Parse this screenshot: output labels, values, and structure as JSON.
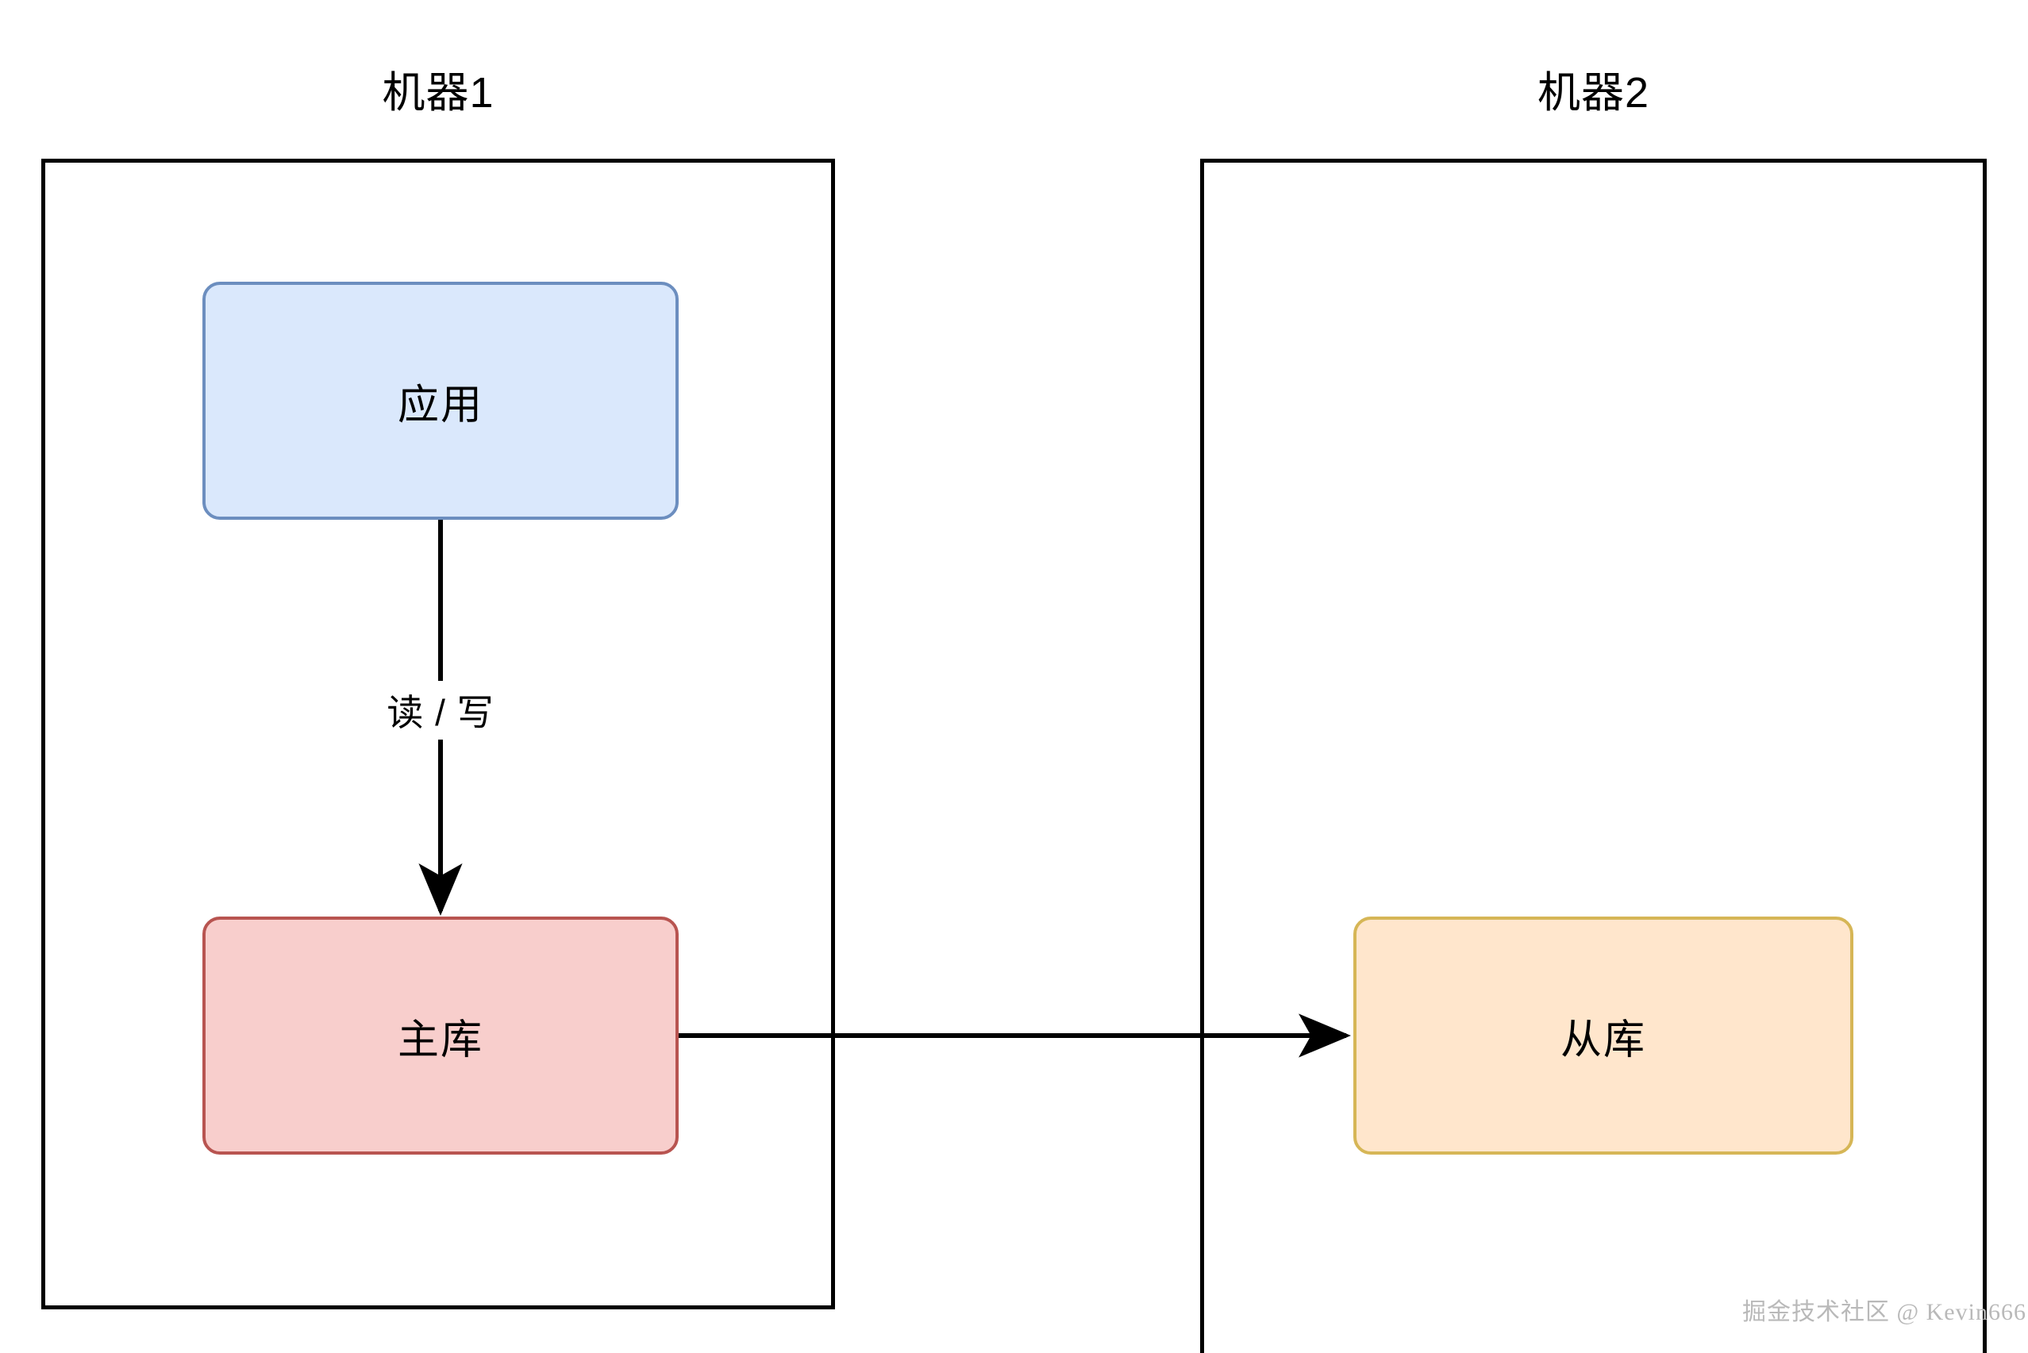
{
  "diagram": {
    "title_machine1": "机器1",
    "title_machine2": "机器2",
    "watermark": "掘金技术社区 @ Kevin666",
    "colors": {
      "app_fill": "#dae8fc",
      "app_stroke": "#6c8ebf",
      "master_fill": "#f8cecc",
      "master_stroke": "#b85450",
      "slave_fill": "#ffe6cc",
      "slave_stroke": "#d6b656",
      "container_stroke": "#000000",
      "edge_stroke": "#000000",
      "background": "#ffffff",
      "watermark_color": "#b9b9b9"
    },
    "nodes": [
      {
        "id": "app",
        "label": "应用",
        "container": "机器1"
      },
      {
        "id": "master",
        "label": "主库",
        "container": "机器1"
      },
      {
        "id": "slave",
        "label": "从库",
        "container": "机器2"
      }
    ],
    "edges": [
      {
        "id": "app-to-master",
        "from": "应用",
        "to": "主库",
        "label": "读 / 写",
        "direction": "down"
      },
      {
        "id": "master-to-slave",
        "from": "主库",
        "to": "从库",
        "label": "",
        "direction": "right"
      }
    ]
  }
}
